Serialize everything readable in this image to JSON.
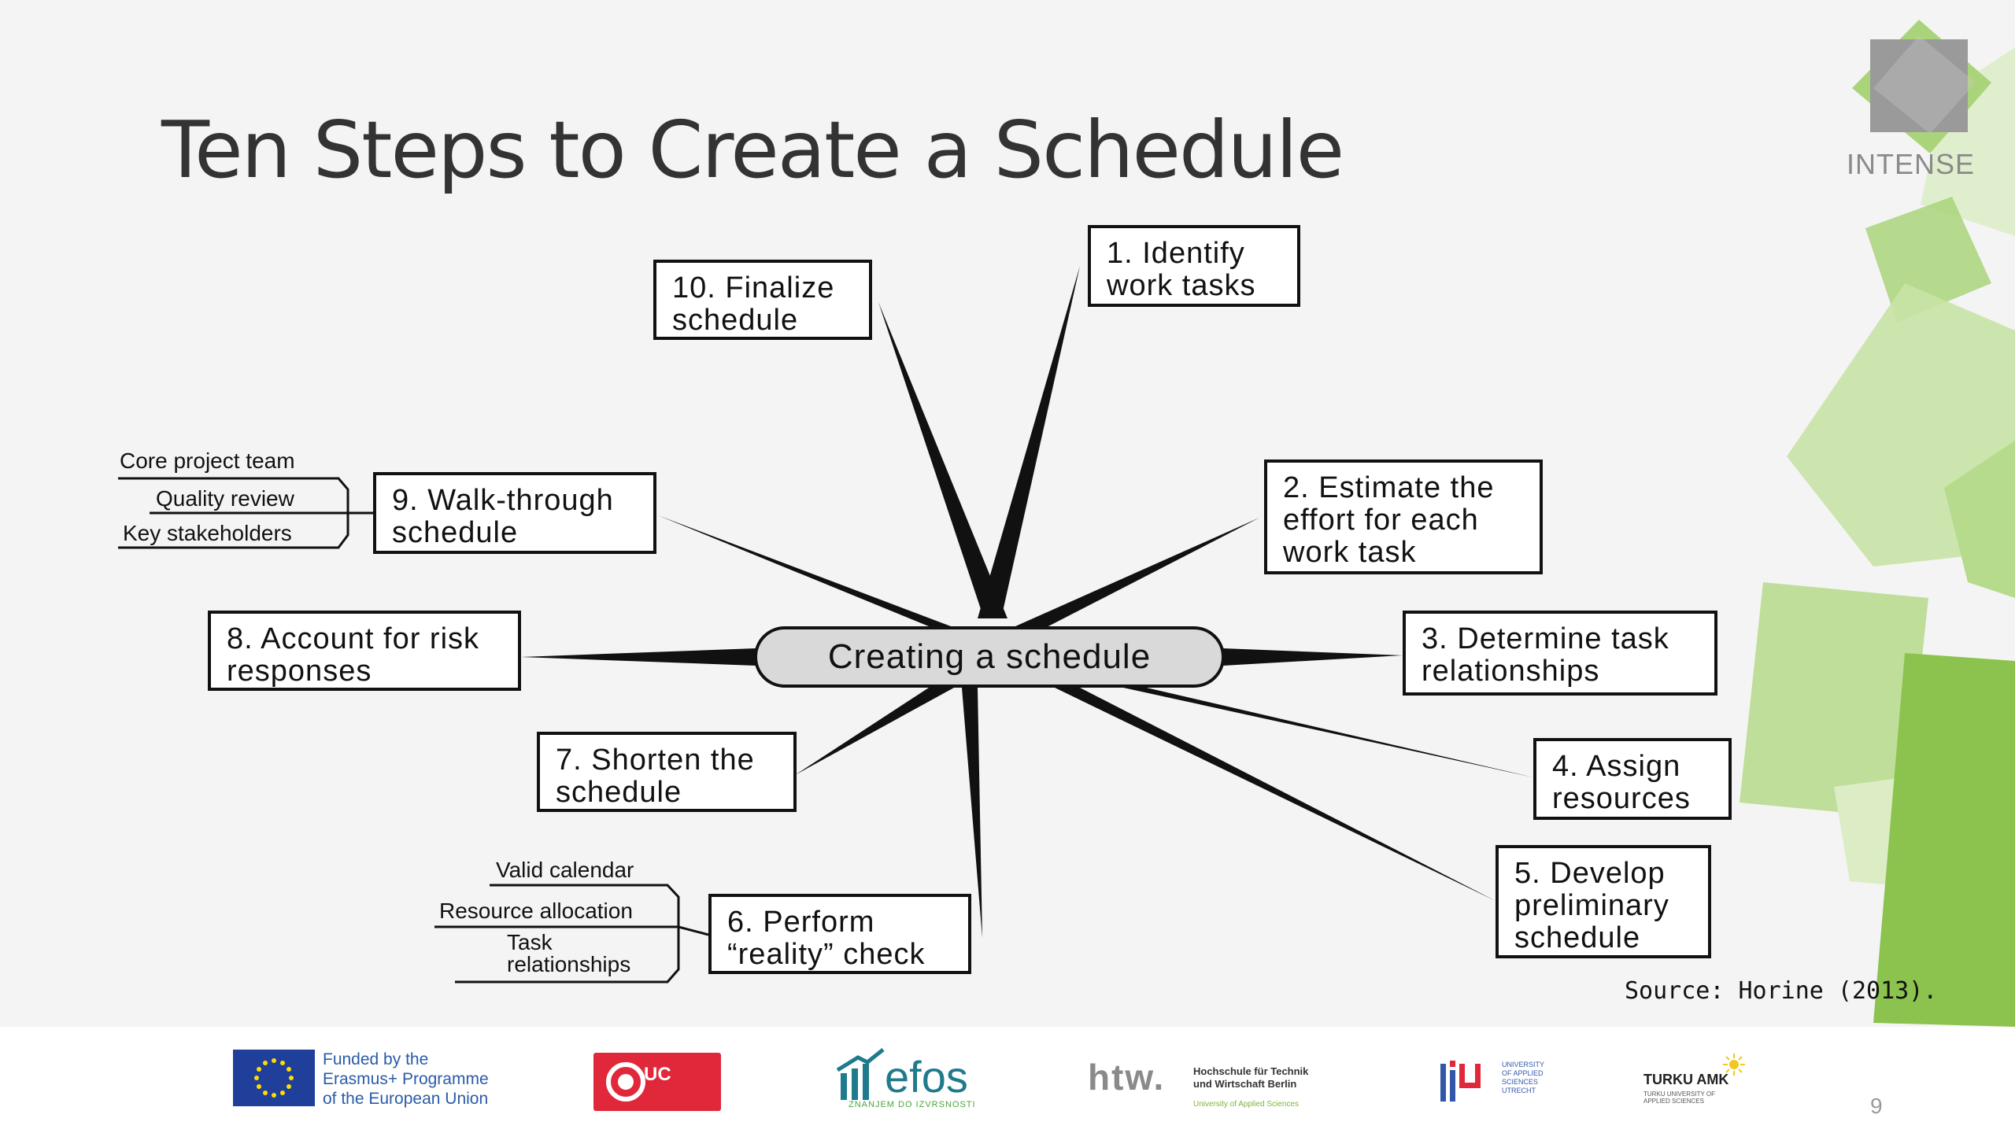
{
  "slide": {
    "title": "Ten Steps to Create a Schedule",
    "brand": "INTENSE",
    "page_number": "9",
    "source": "Source: Horine (2013)."
  },
  "diagram": {
    "center": "Creating a schedule",
    "steps": [
      {
        "lines": [
          "1. Identify",
          "work tasks"
        ]
      },
      {
        "lines": [
          "2. Estimate the",
          "effort for each",
          "work task"
        ]
      },
      {
        "lines": [
          "3. Determine task",
          "relationships"
        ]
      },
      {
        "lines": [
          "4. Assign",
          "resources"
        ]
      },
      {
        "lines": [
          "5. Develop",
          "preliminary",
          "schedule"
        ]
      },
      {
        "lines": [
          "6. Perform",
          "“reality” check"
        ]
      },
      {
        "lines": [
          "7. Shorten the",
          "schedule"
        ]
      },
      {
        "lines": [
          "8. Account for risk",
          "responses"
        ]
      },
      {
        "lines": [
          "9. Walk-through",
          "schedule"
        ]
      },
      {
        "lines": [
          "10. Finalize",
          "schedule"
        ]
      }
    ],
    "step6_subs": [
      "Valid calendar",
      "Resource allocation",
      "Task",
      "relationships"
    ],
    "step9_subs": [
      "Core project team",
      "Quality review",
      "Key stakeholders"
    ]
  },
  "footer": {
    "eu_text": [
      "Funded by the",
      "Erasmus+ Programme",
      "of the European Union"
    ],
    "ucll": "UC",
    "efos": "efos",
    "efos_sub": "ZNANJEM DO IZVRSNOSTI",
    "htw": "htw.",
    "htw_sub": [
      "Hochschule für Technik",
      "und Wirtschaft Berlin"
    ],
    "htw_sub2": "University of Applied Sciences",
    "hu_sub": [
      "UNIVERSITY",
      "OF APPLIED",
      "SCIENCES",
      "UTRECHT"
    ],
    "turku": "TURKU AMK",
    "turku_sub": [
      "TURKU UNIVERSITY OF",
      "APPLIED SCIENCES"
    ]
  },
  "colors": {
    "background": "#f4f4f4",
    "title": "#333333",
    "green_light": "#c8e3a6",
    "green_mid": "#a9d47a",
    "green_dark": "#8cc34f",
    "center_fill": "#d9d9d9"
  }
}
